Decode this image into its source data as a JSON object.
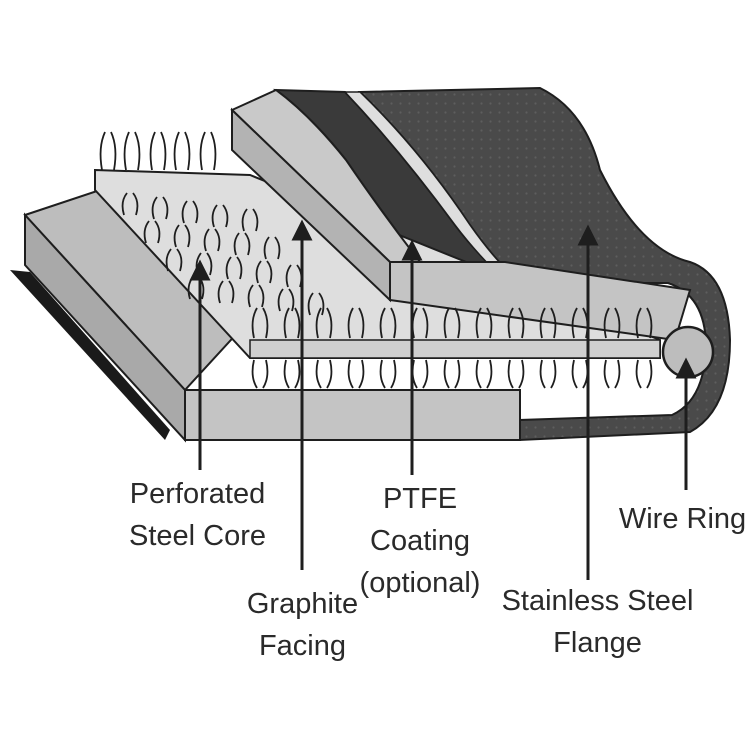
{
  "diagram": {
    "colors": {
      "background": "#ffffff",
      "line": "#1e1e1e",
      "graphite_light": "#c4c4c4",
      "graphite_mid": "#a9a9a9",
      "steel_light": "#dedede",
      "ptfe_dark": "#3a3a3a",
      "flange_dark": "#4a4a4a",
      "edge_black": "#1a1a1a"
    },
    "labels": {
      "perforated_core": {
        "line1": "Perforated",
        "line2": "Steel Core"
      },
      "graphite_facing": {
        "line1": "Graphite",
        "line2": "Facing"
      },
      "ptfe_coating": {
        "line1": "PTFE",
        "line2": "Coating",
        "line3": "(optional)"
      },
      "stainless_flange": {
        "line1": "Stainless Steel",
        "line2": "Flange"
      },
      "wire_ring": {
        "line1": "Wire Ring"
      }
    }
  }
}
